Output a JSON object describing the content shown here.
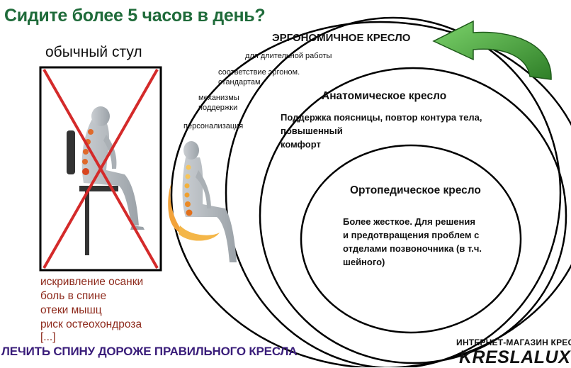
{
  "headline": "Сидите более 5 часов в день?",
  "regular_chair": {
    "label": "обычный стул",
    "problems": [
      "искривление осанки",
      "боль в спине",
      "отеки мышц",
      "риск остеохондроза",
      "[...]"
    ]
  },
  "ergonomic": {
    "title": "ЭРГОНОМИЧНОЕ КРЕСЛО",
    "features": [
      "для длительной работы",
      "соответствие эргоном.",
      "стандартам",
      "механизмы",
      "поддержки",
      "персонализация"
    ]
  },
  "anatomical": {
    "title": "Анатомическое кресло",
    "description": [
      "Поддержка поясницы, повтор контура тела,",
      "повышенный",
      "комфорт"
    ]
  },
  "orthopedic": {
    "title": "Ортопедическое кресло",
    "description": [
      "Более жесткое. Для решения",
      "и предотвращения проблем с",
      "отделами позвоночника (в т.ч.",
      "шейного)"
    ]
  },
  "slogan": "ЛЕЧИТЬ СПИНУ ДОРОЖЕ ПРАВИЛЬНОГО КРЕСЛА",
  "brand": {
    "tagline": "ИНТЕРНЕТ-МАГАЗИН КРЕСЕЛ",
    "name": "KRESLALUX"
  },
  "colors": {
    "headline": "#1f6b3a",
    "problems": "#8e2a1c",
    "cross": "#d42a2a",
    "arrow": "#3f9a34",
    "slogan": "#3a1d7a"
  }
}
